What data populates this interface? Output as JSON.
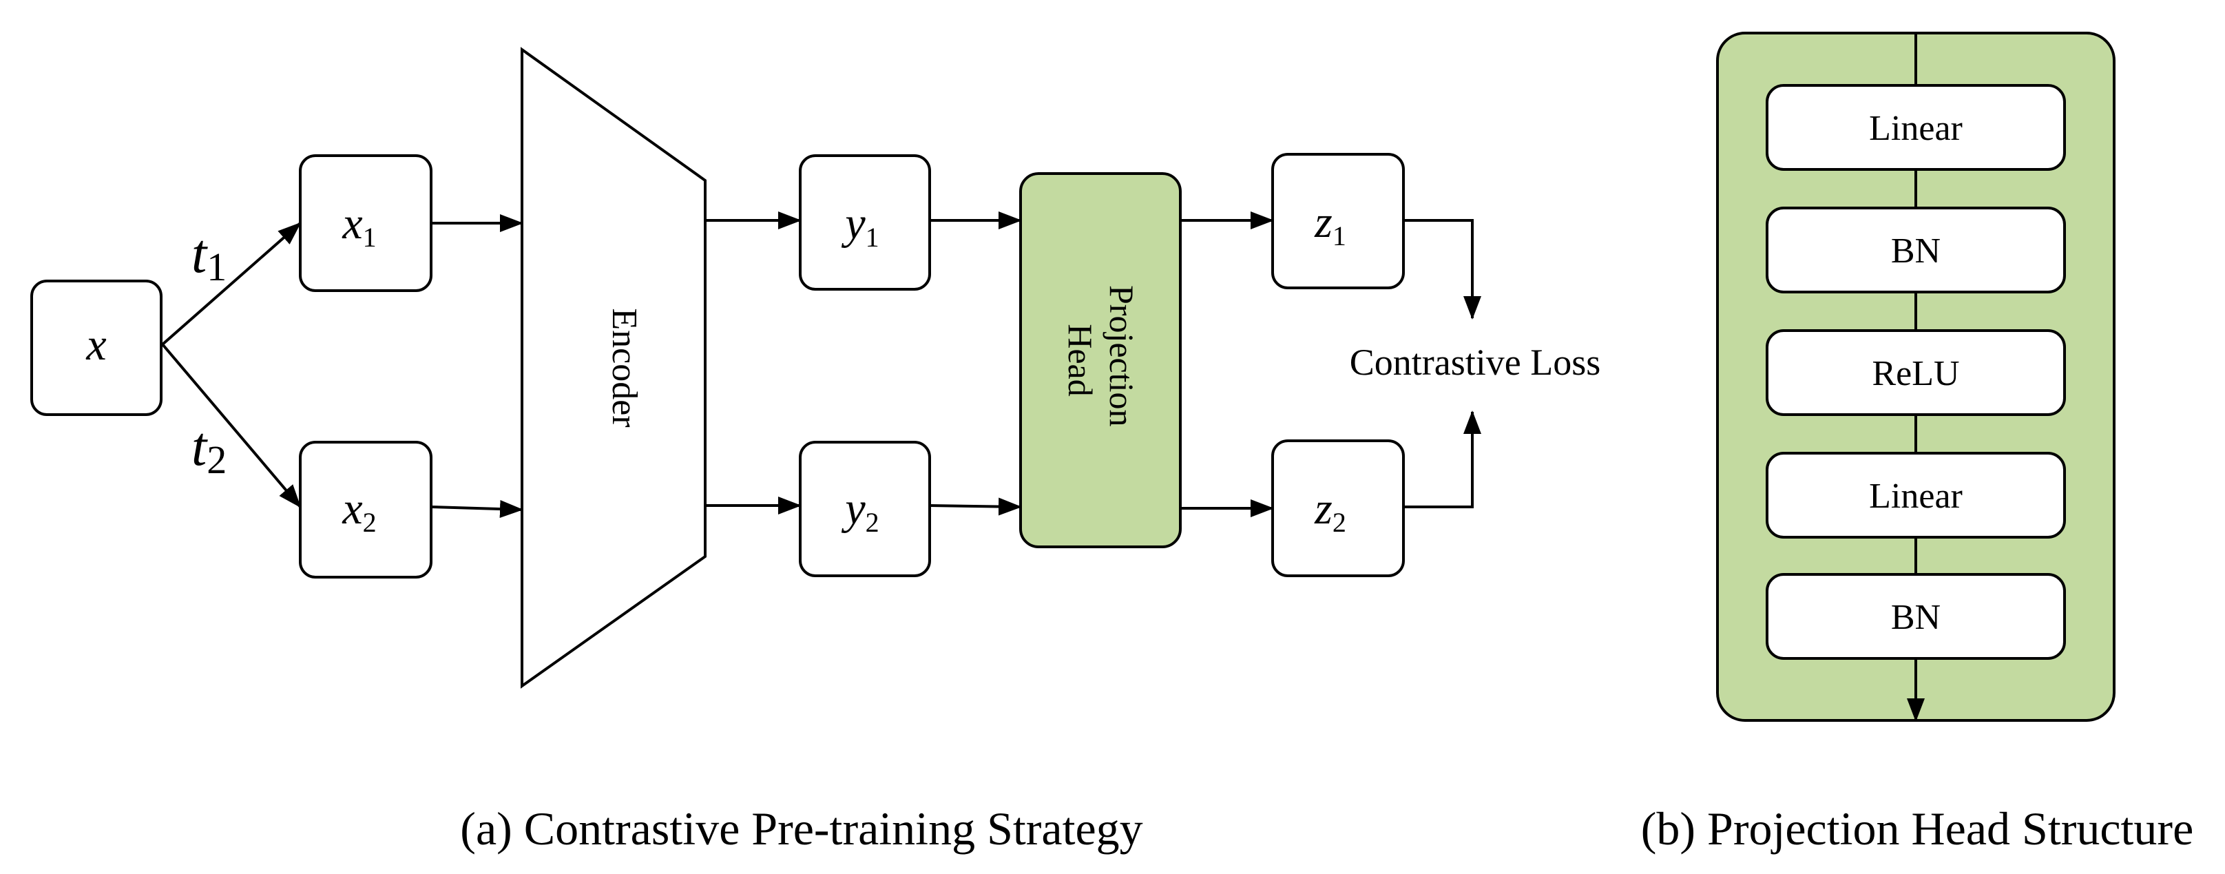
{
  "colors": {
    "projection_fill": "#c3daa0",
    "stroke": "#000000",
    "background": "#ffffff"
  },
  "part_a": {
    "input": {
      "symbol": "x"
    },
    "transforms": [
      {
        "symbol": "t",
        "sub": "1"
      },
      {
        "symbol": "t",
        "sub": "2"
      }
    ],
    "views": [
      {
        "symbol": "x",
        "sub": "1"
      },
      {
        "symbol": "x",
        "sub": "2"
      }
    ],
    "encoder_label": "Encoder",
    "features": [
      {
        "symbol": "y",
        "sub": "1"
      },
      {
        "symbol": "y",
        "sub": "2"
      }
    ],
    "projection_label_line1": "Projection",
    "projection_label_line2": "Head",
    "outputs": [
      {
        "symbol": "z",
        "sub": "1"
      },
      {
        "symbol": "z",
        "sub": "2"
      }
    ],
    "loss_label": "Contrastive Loss",
    "caption": "(a) Contrastive Pre-training Strategy"
  },
  "part_b": {
    "layers": [
      "Linear",
      "BN",
      "ReLU",
      "Linear",
      "BN"
    ],
    "caption": "(b) Projection Head Structure"
  }
}
